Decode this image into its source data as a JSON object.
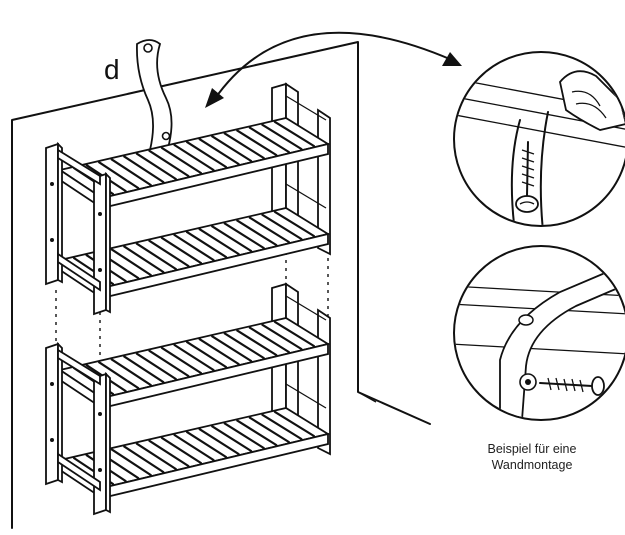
{
  "figure": {
    "part_label": "d",
    "caption_line1": "Beispiel für eine",
    "caption_line2": "Wandmontage"
  }
}
